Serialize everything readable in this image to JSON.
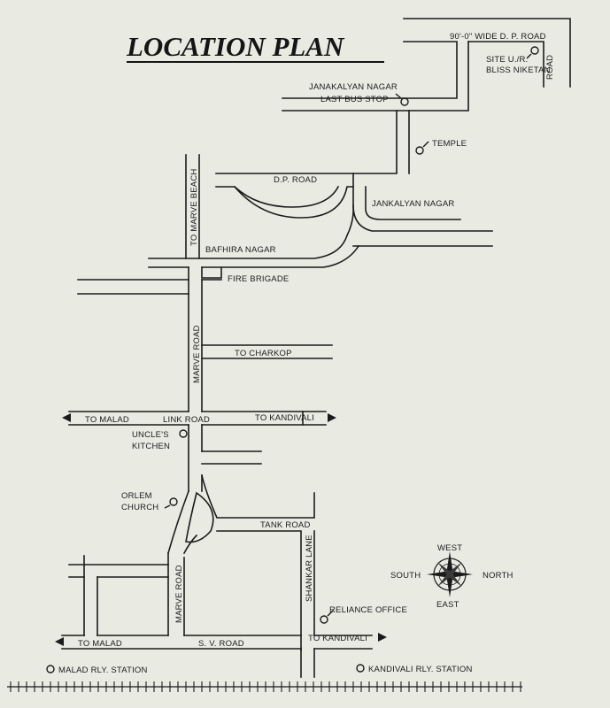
{
  "title": "LOCATION PLAN",
  "roads": {
    "dp_road_wide": "90'-0\" WIDE D. P. ROAD",
    "road": "ROAD",
    "dp_road": "D.P. ROAD",
    "to_marve_beach": "TO MARVE BEACH",
    "marve_road_upper": "MARVE ROAD",
    "marve_road_lower": "MARVE ROAD",
    "to_charkop": "TO CHARKOP",
    "link_road": "LINK ROAD",
    "to_malad_link": "TO MALAD",
    "to_kandivali_link": "TO KANDIVALI",
    "tank_road": "TANK ROAD",
    "shankar_lane": "SHANKAR LANE",
    "sv_road": "S. V. ROAD",
    "to_malad_sv": "TO MALAD",
    "to_kandivali_sv": "TO KANDIVALI"
  },
  "places": {
    "site_line1": "SITE U./R.",
    "site_line2": "BLISS NIKETAN",
    "janakalyan_bus_line1": "JANAKALYAN NAGAR",
    "janakalyan_bus_line2": "LAST BUS STOP",
    "temple": "TEMPLE",
    "jankalyan_nagar": "JANKALYAN NAGAR",
    "bafhira_nagar": "BAFHIRA NAGAR",
    "fire_brigade": "FIRE BRIGADE",
    "uncles_line1": "UNCLE'S",
    "uncles_line2": "KITCHEN",
    "orlem_line1": "ORLEM",
    "orlem_line2": "CHURCH",
    "reliance_office": "RELIANCE OFFICE",
    "malad_station": "MALAD RLY. STATION",
    "kandivali_station": "KANDIVALI RLY. STATION"
  },
  "compass": {
    "west": "WEST",
    "north": "NORTH",
    "south": "SOUTH",
    "east": "EAST"
  }
}
